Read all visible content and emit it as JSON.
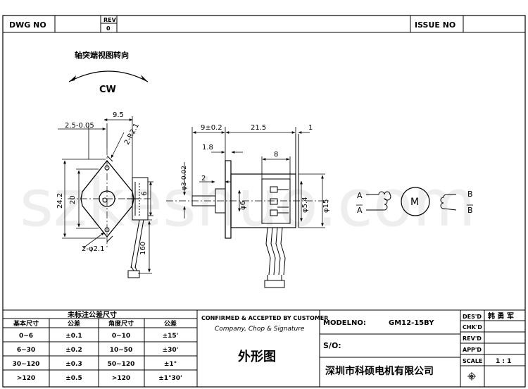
{
  "header": {
    "dwg_no_label": "DWG  NO",
    "rev_label": "REV",
    "rev_value": "0",
    "issue_no_label": "ISSUE  NO"
  },
  "watermark": "szkeshuo.com",
  "rotation": {
    "caption": "轴突端视图转向",
    "direction": "CW"
  },
  "front_view_dims": {
    "top_offset": "2.5-0.05",
    "width_9_5": "9.5",
    "hole_r": "2-R2.1",
    "height_24_2": "24.2",
    "height_20": "20",
    "side_6": "6",
    "hole_d": "2-φ2.1",
    "length_160": "160"
  },
  "side_view_dims": {
    "d9": "9±0.2",
    "d21_5": "21.5",
    "d1": "1",
    "d1_8": "1.8",
    "d8": "8",
    "d2": "2",
    "shaft_d": "φ3-0.02",
    "d6": "φ6",
    "d5_4": "φ5.4",
    "d15": "φ15"
  },
  "circuit": {
    "a": "A",
    "a_bar": "A",
    "b": "B",
    "b_bar": "B",
    "motor": "M"
  },
  "tolerance_table": {
    "title": "未标注公差尺寸",
    "headers": [
      "基本尺寸",
      "公差",
      "角度尺寸",
      "公差"
    ],
    "rows": [
      [
        "0~6",
        "±0.1",
        "0~10",
        "±15'"
      ],
      [
        "6~30",
        "±0.2",
        "10~50",
        "±30'"
      ],
      [
        "30~120",
        "±0.3",
        "50~120",
        "±1°"
      ],
      [
        ">120",
        "±0.5",
        ">120",
        "±1°30'"
      ]
    ]
  },
  "confirm": {
    "title": "CONFIRMED & ACCEPTED BY CUSTOMER",
    "subtitle": "Company, Chop & Signature",
    "drawing_name": "外形图"
  },
  "model": {
    "model_label": "MODELNO:",
    "model_value": "GM12-15BY",
    "so_label": "S/O:",
    "company": "深圳市科硕电机有限公司"
  },
  "approval": {
    "des_label": "DES'D",
    "des_value": "韩 勇 军",
    "chk_label": "CHK'D",
    "rev_label": "REV'D",
    "app_label": "APP'D",
    "scale_label": "SCALE",
    "scale_value": "1 : 1"
  }
}
